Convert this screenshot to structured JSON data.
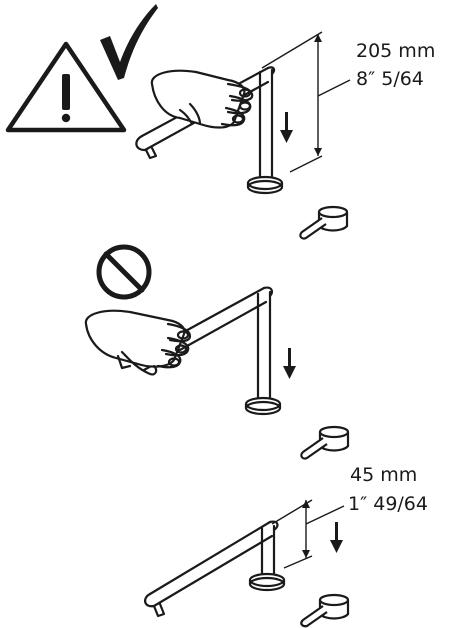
{
  "panel_top": {
    "dim_metric": "205 mm",
    "dim_imperial": "8″ 5/64",
    "warning_icon": "warning-triangle-icon",
    "check_icon": "checkmark-icon"
  },
  "panel_middle": {
    "prohibited_icon": "prohibited-icon"
  },
  "panel_bottom": {
    "dim_metric": "45 mm",
    "dim_imperial": "1″ 49/64"
  }
}
